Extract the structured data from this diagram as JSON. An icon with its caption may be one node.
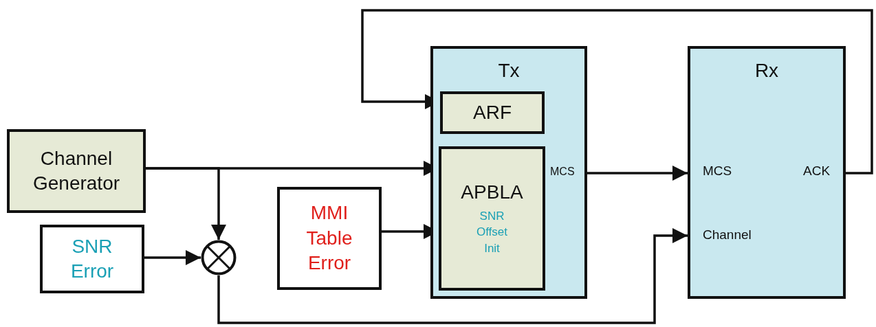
{
  "diagram": {
    "nodes": [
      {
        "text": [
          "Channel Generator"
        ]
      },
      {
        "text": [
          "SNR Error"
        ]
      },
      {
        "text": [],
        "shape": "circle"
      },
      {
        "text": [
          "MMI Table Error"
        ]
      },
      {
        "text": [
          "Tx"
        ]
      },
      {
        "text": [
          "ARF"
        ],
        "in": 4
      },
      {
        "text": [
          "APBLA",
          "SNR Offset Init"
        ],
        "in": 4
      },
      {
        "text": [
          "Rx"
        ]
      }
    ],
    "edges": [
      {
        "from": 0,
        "to": 6,
        "arrow": "to"
      },
      {
        "from": 0,
        "to": 2,
        "arrow": "to"
      },
      {
        "from": 1,
        "to": 2,
        "arrow": "to"
      },
      {
        "from": 2,
        "to": 7,
        "arrow": "to"
      },
      {
        "from": 3,
        "to": 6,
        "arrow": "to"
      },
      {
        "from": 4,
        "to": 7,
        "arrow": "to"
      },
      {
        "from": 7,
        "to": 5,
        "arrow": "to"
      }
    ],
    "labels": [
      "MCS",
      "MCS",
      "ACK",
      "Channel"
    ]
  }
}
